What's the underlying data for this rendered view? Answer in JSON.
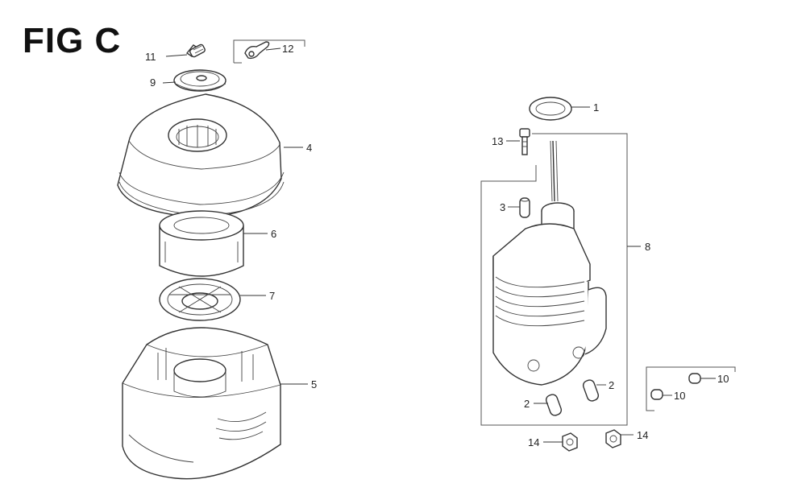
{
  "figure": {
    "title": "FIG C",
    "callouts": {
      "c1": "1",
      "c2a": "2",
      "c2b": "2",
      "c3": "3",
      "c4": "4",
      "c5": "5",
      "c6": "6",
      "c7": "7",
      "c8": "8",
      "c9": "9",
      "c10a": "10",
      "c10b": "10",
      "c11": "11",
      "c12": "12",
      "c13": "13",
      "c14a": "14",
      "c14b": "14"
    }
  }
}
